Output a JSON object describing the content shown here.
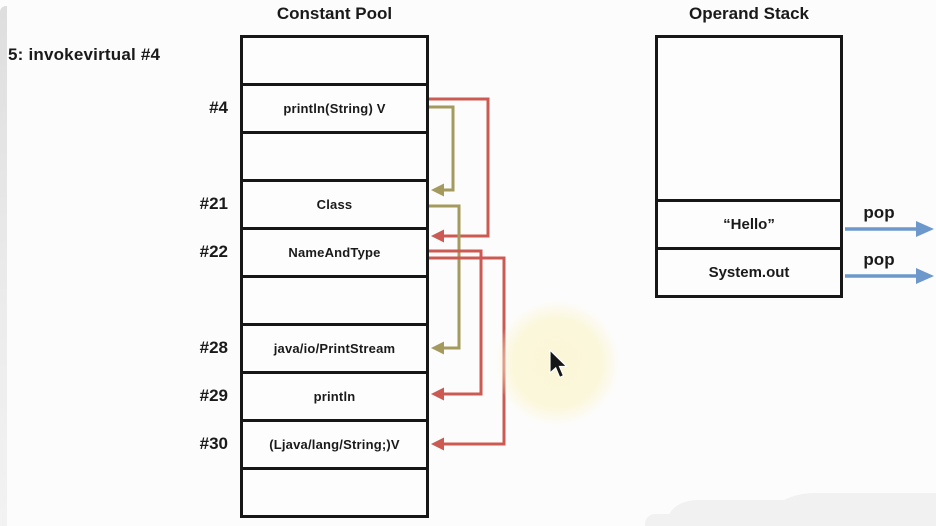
{
  "instruction": {
    "text": "5: invokevirtual #4"
  },
  "constant_pool": {
    "title": "Constant Pool",
    "rows": [
      {
        "index": "",
        "value": ""
      },
      {
        "index": "#4",
        "value": "println(String) V"
      },
      {
        "index": "",
        "value": ""
      },
      {
        "index": "#21",
        "value": "Class"
      },
      {
        "index": "#22",
        "value": "NameAndType"
      },
      {
        "index": "",
        "value": ""
      },
      {
        "index": "#28",
        "value": "java/io/PrintStream"
      },
      {
        "index": "#29",
        "value": "println"
      },
      {
        "index": "#30",
        "value": "(Ljava/lang/String;)V"
      },
      {
        "index": "",
        "value": ""
      }
    ]
  },
  "operand_stack": {
    "title": "Operand Stack",
    "slots": [
      {
        "value": "“Hello”",
        "action": "pop"
      },
      {
        "value": "System.out",
        "action": "pop"
      }
    ]
  },
  "references": [
    {
      "from": "#4",
      "to": "#21",
      "color": "olive"
    },
    {
      "from": "#4",
      "to": "#22",
      "color": "red"
    },
    {
      "from": "#21",
      "to": "#28",
      "color": "olive"
    },
    {
      "from": "#22",
      "to": "#29",
      "color": "red"
    },
    {
      "from": "#22",
      "to": "#30",
      "color": "red"
    }
  ],
  "colors": {
    "olive": "#a49a5e",
    "red": "#cb5a52",
    "blue": "#6d98cb",
    "ink": "#1a1a1a"
  }
}
